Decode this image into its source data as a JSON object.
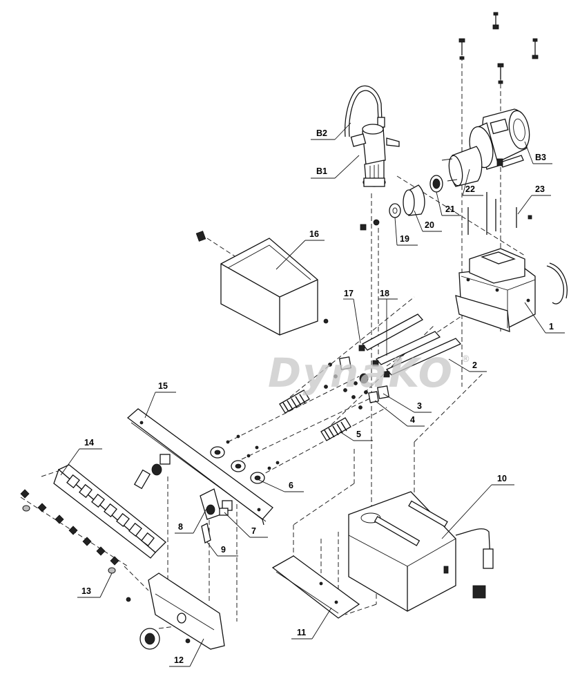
{
  "watermark": {
    "text": "DynaKO",
    "registered_mark": "®"
  },
  "part_labels": {
    "p1": "1",
    "p2": "2",
    "p3": "3",
    "p4": "4",
    "p5": "5",
    "p6": "6",
    "p7": "7",
    "p8": "8",
    "p9": "9",
    "p10": "10",
    "p11": "11",
    "p12": "12",
    "p13": "13",
    "p14": "14",
    "p15": "15",
    "p16": "16",
    "p17": "17",
    "p18": "18",
    "p19": "19",
    "p20": "20",
    "p21": "21",
    "p22": "22",
    "p23": "23",
    "b1": "B1",
    "b2": "B2",
    "b3": "B3"
  },
  "colors": {
    "line": "#111111",
    "watermark": "#c8c8c8",
    "background": "#ffffff"
  }
}
